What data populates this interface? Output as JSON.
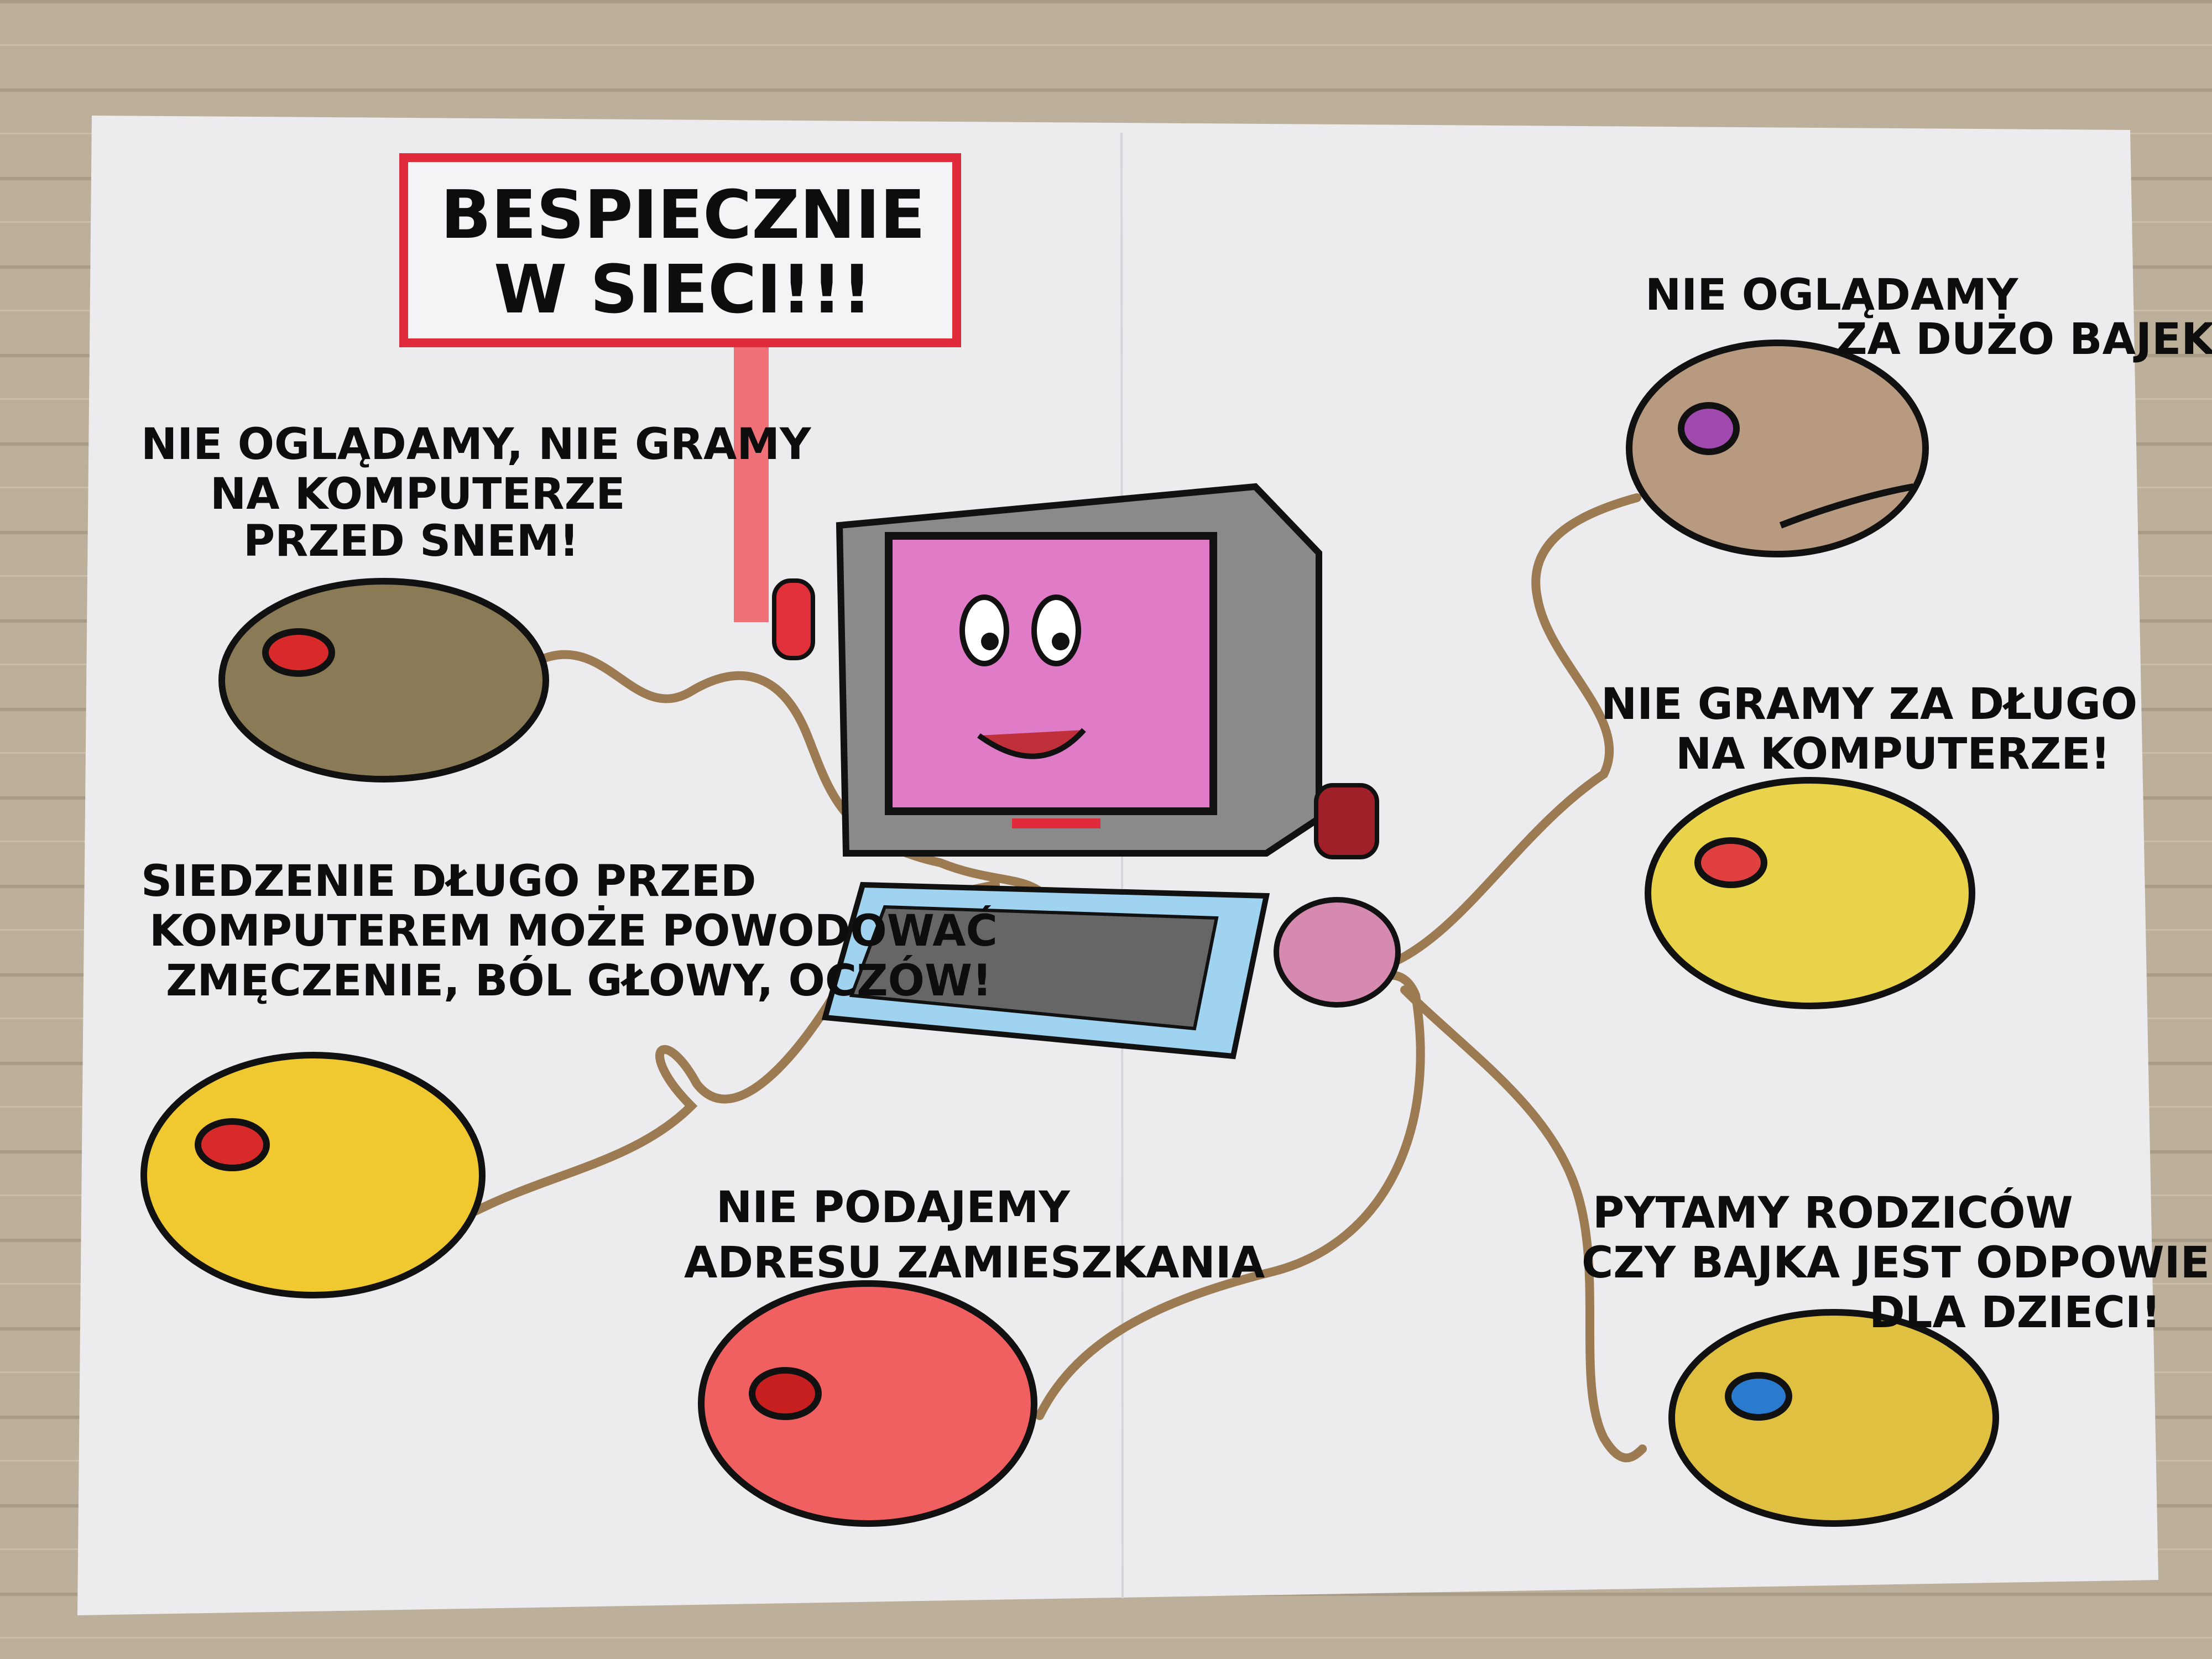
{
  "poster": {
    "title_lines": [
      "BESPIECZNIE",
      "W SIECI!!!"
    ],
    "notes": [
      {
        "lines": [
          "NIE OGLĄDAMY, NIE GRAMY",
          "NA KOMPUTERZE",
          "PRZED SNEM!"
        ]
      },
      {
        "lines": [
          "NIE OGLĄDAMY",
          "ZA DUŻO BAJEK"
        ]
      },
      {
        "lines": [
          "NIE GRAMY ZA DŁUGO",
          "NA KOMPUTERZE!"
        ]
      },
      {
        "lines": [
          "SIEDZENIE DŁUGO PRZED",
          "KOMPUTEREM MOŻE POWODOWAĆ",
          "ZMĘCZENIE, BÓL GŁOWY, OCZÓW!"
        ]
      },
      {
        "lines": [
          "NIE PODAJEMY",
          "ADRESU ZAMIESZKANIA"
        ]
      },
      {
        "lines": [
          "PYTAMY RODZICÓW",
          "CZY BAJKA JEST ODPOWIEDNIA",
          "DLA DZIECI!"
        ]
      }
    ]
  },
  "colors": {
    "floor": "#b9ad98",
    "paper": "#ecebee",
    "title_border": "#e02b3a",
    "pole": "#f07078",
    "screen": "#e07bc8",
    "twine": "#9c7a52"
  }
}
